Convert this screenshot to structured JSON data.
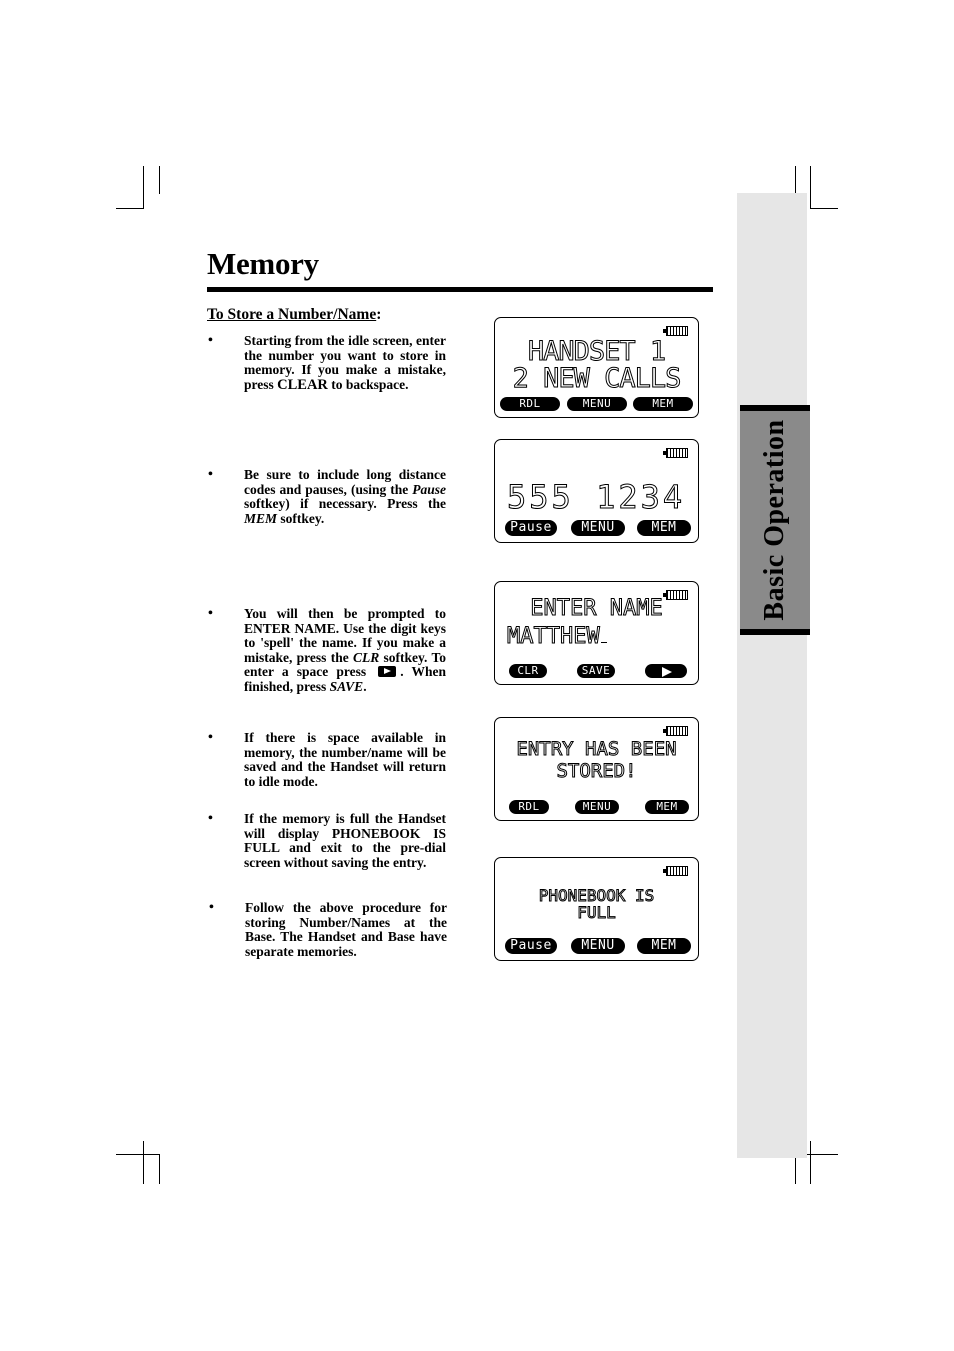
{
  "page": {
    "title": "Memory",
    "section_tab": "Basic Operation",
    "subheading": "To Store a Number/Name",
    "subheading_suffix": ":"
  },
  "bullets": [
    {
      "symbol": "•",
      "parts": [
        "Starting from the idle screen, enter the number you want to store in memory. If you make a mistake, press ",
        "CLEAR",
        " to backspace."
      ]
    },
    {
      "symbol": "•",
      "parts": [
        "Be sure to include long distance codes and pauses, (using the ",
        "Pause",
        " softkey) if necessary. Press the ",
        "MEM",
        " softkey."
      ]
    },
    {
      "symbol": "•",
      "parts": [
        "You will then be prompted to ",
        "ENTER NAME",
        ". Use the digit keys to 'spell' the name. If you make a mistake, press the ",
        "CLR",
        " softkey. To enter a space press ",
        ". When finished, press ",
        "SAVE",
        "."
      ]
    },
    {
      "symbol": "•",
      "text": "If there is space available in memory, the number/name will be saved and the Handset will return to idle mode."
    },
    {
      "symbol": "•",
      "parts": [
        "If the memory is full the Handset will display ",
        "PHONEBOOK IS FULL",
        " and exit to the pre-dial screen without saving the entry."
      ]
    },
    {
      "symbol": "•",
      "text": "Follow the above procedure for storing Number/Names at the Base. The Handset and Base have separate memories."
    }
  ],
  "screens": [
    {
      "line1": "HANDSET 1",
      "line2": "2 NEW CALLS",
      "softkeys": [
        "RDL",
        "MENU",
        "MEM"
      ]
    },
    {
      "line1": "555 1234",
      "softkeys": [
        "Pause",
        "MENU",
        "MEM"
      ]
    },
    {
      "line1": "ENTER NAME",
      "line2": "MATTHEW",
      "softkeys": [
        "CLR",
        "SAVE"
      ],
      "play_key_icon": "play-arrow-icon"
    },
    {
      "line1": "ENTRY HAS BEEN",
      "line2": "STORED!",
      "softkeys": [
        "RDL",
        "MENU",
        "MEM"
      ]
    },
    {
      "line1": "PHONEBOOK IS",
      "line2": "FULL",
      "softkeys": [
        "Pause",
        "MENU",
        "MEM"
      ]
    }
  ],
  "icons": {
    "battery": "battery-icon",
    "play": "play-arrow-icon"
  },
  "colors": {
    "sidebar": "#e6e6e6",
    "tab": "#8a8a8a",
    "text": "#000000"
  }
}
